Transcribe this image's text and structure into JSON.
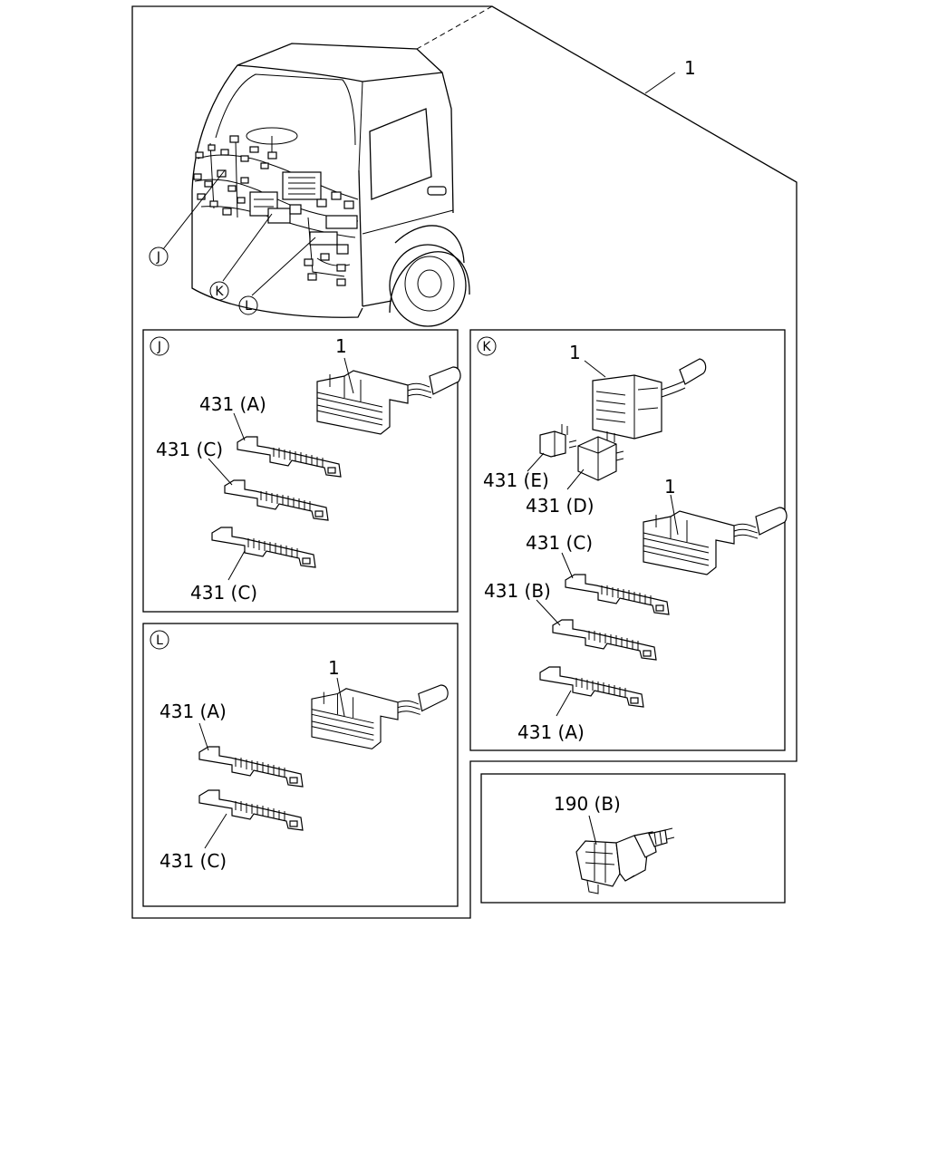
{
  "diagram": {
    "main_callout": "1",
    "overview": {
      "callouts": [
        "J",
        "K",
        "L"
      ]
    },
    "panels": {
      "J": {
        "badge": "J",
        "labels": {
          "harness": "1",
          "top_clip": "431 (A)",
          "middle_clip": "431 (C)",
          "bottom_clip": "431 (C)"
        }
      },
      "K": {
        "badge": "K",
        "labels": {
          "connector_top": "1",
          "small_block_e": "431 (E)",
          "small_block_d": "431 (D)",
          "harness": "1",
          "clip_c": "431 (C)",
          "clip_b": "431 (B)",
          "clip_a": "431 (A)"
        }
      },
      "L": {
        "badge": "L",
        "labels": {
          "harness": "1",
          "top_clip": "431 (A)",
          "bottom_clip": "431 (C)"
        }
      },
      "extra": {
        "labels": {
          "part": "190 (B)"
        }
      }
    }
  }
}
